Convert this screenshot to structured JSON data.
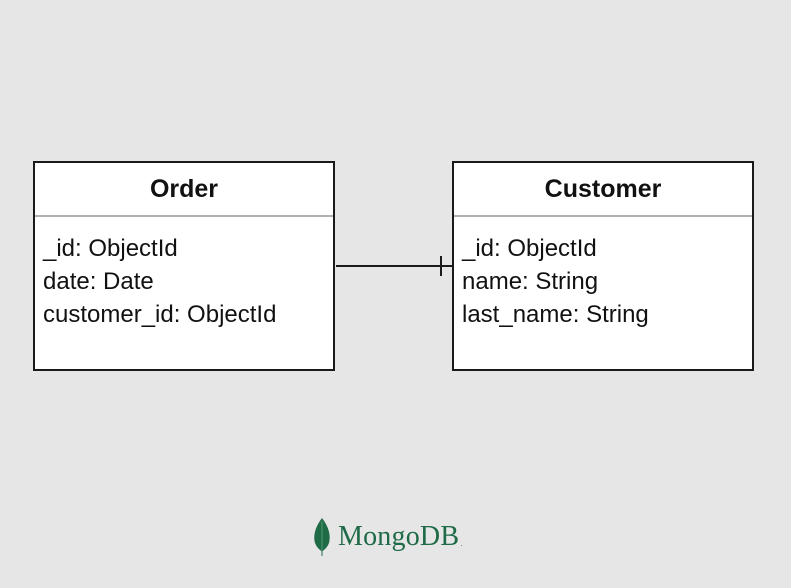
{
  "entities": {
    "order": {
      "title": "Order",
      "fields": [
        "_id: ObjectId",
        "date: Date",
        "customer_id: ObjectId"
      ]
    },
    "customer": {
      "title": "Customer",
      "fields": [
        "_id: ObjectId",
        "name: String",
        "last_name: String"
      ]
    }
  },
  "relationship": {
    "from": "Order",
    "to": "Customer",
    "cardinality_at_customer": "one"
  },
  "logo": {
    "name": "MongoDB",
    "mark": ".",
    "icon": "leaf-icon",
    "color": "#1f6b47"
  },
  "colors": {
    "background": "#e6e6e6",
    "box_border": "#1a1a1a",
    "header_divider": "#b0b0b0"
  }
}
